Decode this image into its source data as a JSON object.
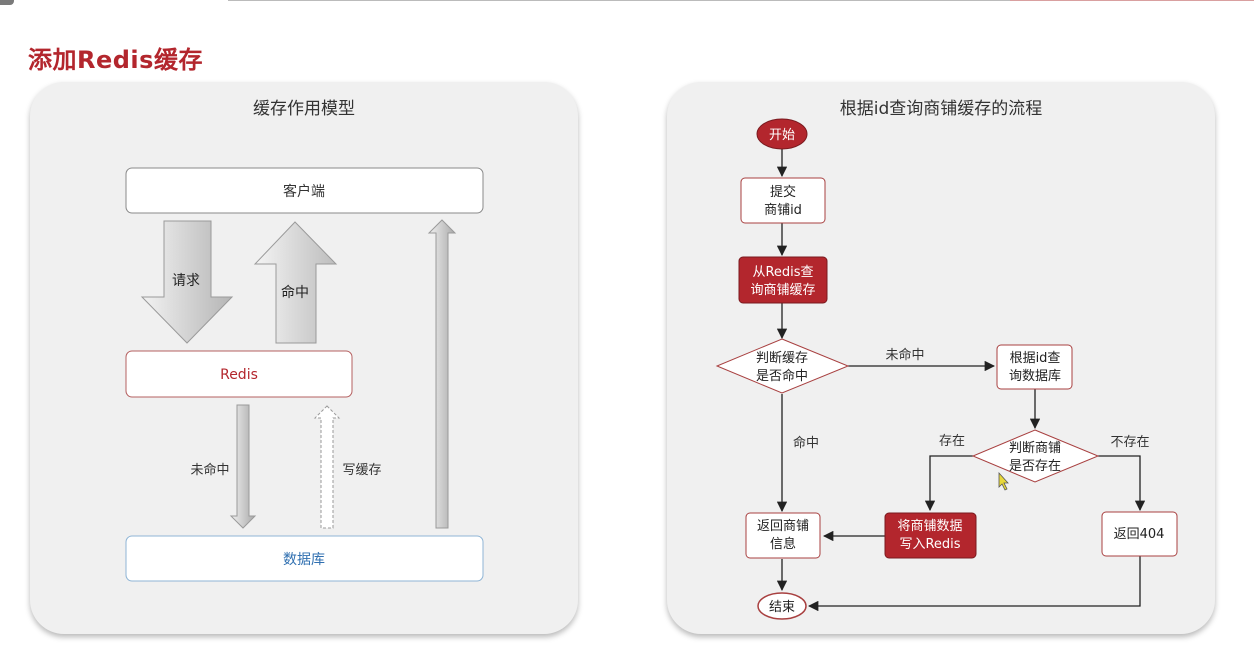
{
  "page": {
    "title": "添加Redis缓存"
  },
  "left_panel": {
    "title": "缓存作用模型",
    "client": "客户端",
    "redis": "Redis",
    "database": "数据库",
    "arrow_request": "请求",
    "arrow_hit": "命中",
    "arrow_miss": "未命中",
    "arrow_write_cache": "写缓存"
  },
  "right_panel": {
    "title": "根据id查询商铺缓存的流程",
    "start": "开始",
    "submit": [
      "提交",
      "商铺id"
    ],
    "query_redis": [
      "从Redis查",
      "询商铺缓存"
    ],
    "check_hit": [
      "判断缓存",
      "是否命中"
    ],
    "edge_miss": "未命中",
    "query_db": [
      "根据id查",
      "询数据库"
    ],
    "edge_hit": "命中",
    "edge_exists": "存在",
    "check_exists": [
      "判断商铺",
      "是否存在"
    ],
    "edge_not_exists": "不存在",
    "return_info": [
      "返回商铺",
      "信息"
    ],
    "write_redis": [
      "将商铺数据",
      "写入Redis"
    ],
    "return_404": "返回404",
    "end": "结束"
  },
  "colors": {
    "accent_red": "#b3262d",
    "node_border": "#a84040",
    "panel_bg": "#f0f0f0",
    "db_text": "#2f6fb0"
  }
}
